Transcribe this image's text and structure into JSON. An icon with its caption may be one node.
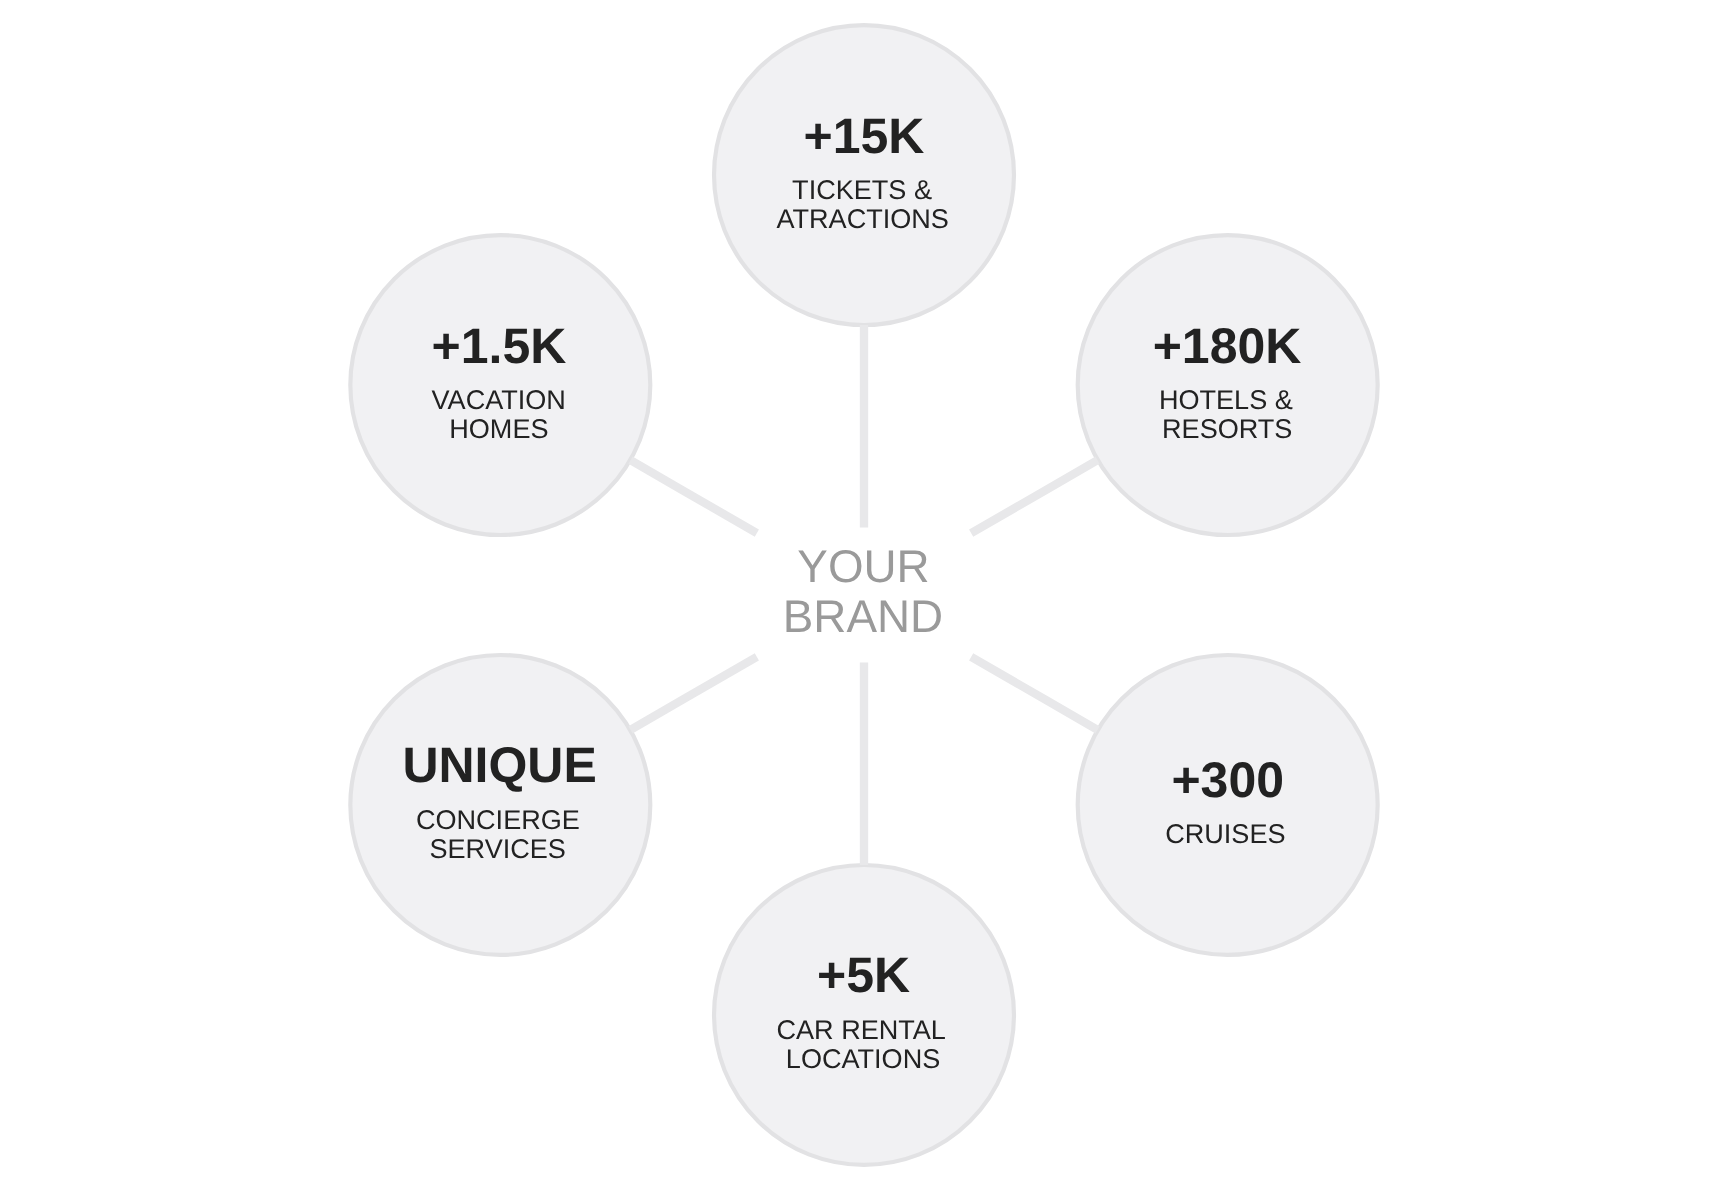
{
  "diagram": {
    "nodes": [
      {
        "text": [
          "+180K",
          "HOTELS & RESORTS"
        ]
      },
      {
        "text": [
          "+15K",
          "TICKETS & ATRACTIONS"
        ]
      },
      {
        "text": [
          "+1.5K",
          "VACATION HOMES"
        ]
      },
      {
        "text": [
          "YOUR BRAND"
        ]
      },
      {
        "text": [
          "UNIQUE",
          "CONCIERGE SERVICES"
        ]
      },
      {
        "text": [
          "+5K",
          "CAR RENTAL LOCATIONS"
        ]
      },
      {
        "text": [
          "+300",
          "CRUISES"
        ]
      }
    ],
    "edges": [
      {
        "from": 3,
        "to": 0,
        "arrow": "none"
      },
      {
        "from": 3,
        "to": 1,
        "arrow": "none"
      },
      {
        "from": 3,
        "to": 2,
        "arrow": "none"
      },
      {
        "from": 3,
        "to": 4,
        "arrow": "none"
      },
      {
        "from": 3,
        "to": 5,
        "arrow": "none"
      },
      {
        "from": 3,
        "to": 6,
        "arrow": "none"
      }
    ]
  }
}
